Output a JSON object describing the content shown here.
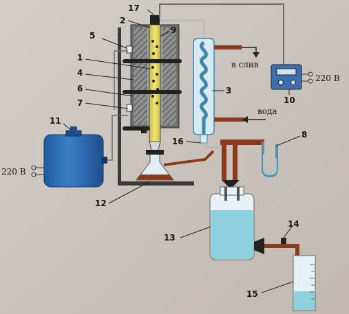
{
  "labels": {
    "n1": "1",
    "n2": "2",
    "n3": "3",
    "n4": "4",
    "n5": "5",
    "n6": "6",
    "n7": "7",
    "n8": "8",
    "n9": "9",
    "n10": "10",
    "n11": "11",
    "n12": "12",
    "n13": "13",
    "n14": "14",
    "n15": "15",
    "n16": "16",
    "n17": "17"
  },
  "text": {
    "drain": "в слив",
    "water": "вода",
    "power_right": "220 В",
    "power_left": "220 В"
  },
  "colors": {
    "background": "#c9c4bd",
    "tank_blue": "#2f6fb5",
    "liquid_blue": "#8fd0df",
    "glass": "#d6eaf2",
    "column_yellow": "#e8dc58",
    "tube_rust": "#8c3a1e",
    "pipe_gray": "#6b6b6b"
  }
}
